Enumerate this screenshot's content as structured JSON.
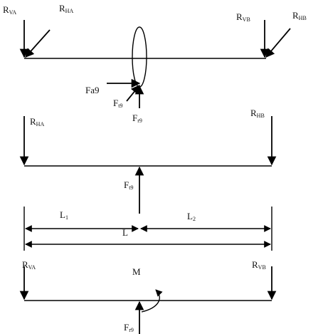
{
  "labels": {
    "rva_top": {
      "main": "R",
      "sub": "VA"
    },
    "rha_top": {
      "main": "R",
      "sub": "HA"
    },
    "rvb_top": {
      "main": "R",
      "sub": "VB"
    },
    "rhb_top": {
      "main": "R",
      "sub": "HB"
    },
    "fa9": {
      "main": "Fa9",
      "sub": ""
    },
    "ft9": {
      "main": "F",
      "sub": "t9"
    },
    "fr9_top": {
      "main": "F",
      "sub": "r9"
    },
    "rha_mid": {
      "main": "R",
      "sub": "HA"
    },
    "rhb_mid": {
      "main": "R",
      "sub": "HB"
    },
    "ft9_mid": {
      "main": "F",
      "sub": "t9"
    },
    "l1": {
      "main": "L",
      "sub": "1"
    },
    "l2": {
      "main": "L",
      "sub": "2"
    },
    "l": {
      "main": "L",
      "sub": ""
    },
    "rva_bot": {
      "main": "R",
      "sub": "VA"
    },
    "rvb_bot": {
      "main": "R",
      "sub": "VB"
    },
    "m": {
      "main": "M",
      "sub": ""
    },
    "fr9_bot": {
      "main": "F",
      "sub": "r9"
    }
  }
}
